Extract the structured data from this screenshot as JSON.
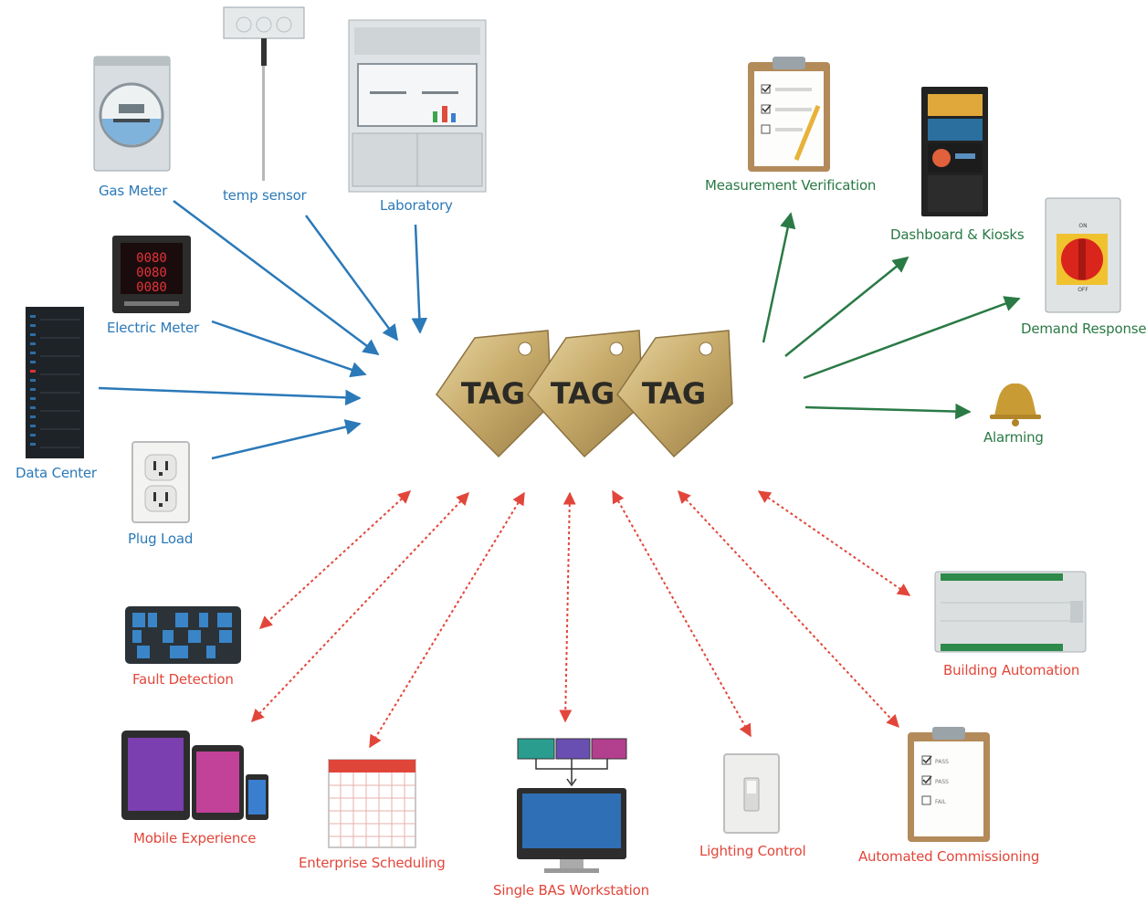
{
  "tags": [
    "TAG",
    "TAG",
    "TAG"
  ],
  "inputs": {
    "gas_meter": "Gas Meter",
    "temp_sensor": "temp sensor",
    "laboratory": "Laboratory",
    "electric_meter": "Electric Meter",
    "data_center": "Data Center",
    "plug_load": "Plug Load"
  },
  "outputs": {
    "measurement_verification": "Measurement Verification",
    "dashboard_kiosks": "Dashboard & Kiosks",
    "demand_response": "Demand Response",
    "alarming": "Alarming"
  },
  "bidirectional": {
    "fault_detection": "Fault Detection",
    "mobile_experience": "Mobile Experience",
    "enterprise_scheduling": "Enterprise Scheduling",
    "single_bas_workstation": "Single BAS Workstation",
    "lighting_control": "Lighting Control",
    "automated_commissioning": "Automated Commissioning",
    "building_automation": "Building Automation"
  },
  "switch": {
    "on": "ON",
    "off": "OFF"
  },
  "commissioning_checks": [
    "PASS",
    "PASS",
    "FAIL"
  ],
  "meter_digits": [
    "0080",
    "0080",
    "0080"
  ],
  "colors": {
    "input_arrow": "#2b79b8",
    "output_arrow": "#2a7a45",
    "bidirectional_arrow": "#e2463a",
    "tag_gold": "#c9ad6d"
  }
}
